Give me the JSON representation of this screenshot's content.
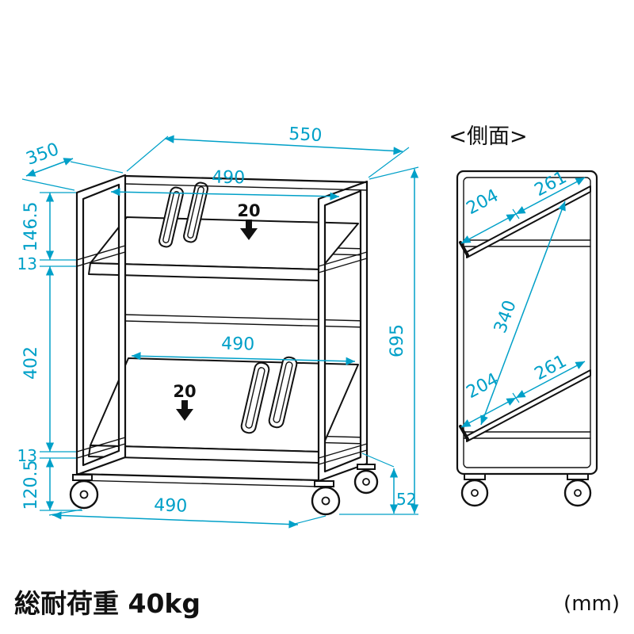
{
  "colors": {
    "dimension": "#00a0c8",
    "ink": "#111111",
    "background": "#ffffff"
  },
  "footer": {
    "load_capacity": "総耐荷重 40kg",
    "unit": "(mm)"
  },
  "front_view": {
    "dims": {
      "top_width": "550",
      "depth": "350",
      "inner_width_top": "490",
      "inner_width_bottom": "490",
      "base_width": "490",
      "height": "695",
      "caster_height": "52",
      "seg_top": "146.5",
      "rail_top": "13",
      "seg_mid": "402",
      "rail_bottom": "13",
      "seg_bottom": "120.5",
      "slot_top": "20",
      "slot_bottom": "20"
    }
  },
  "side_view": {
    "label": "<側面>",
    "dims": {
      "top_shelf_depth": "204",
      "top_shelf_length": "261",
      "shelf_pitch": "340",
      "bottom_shelf_depth": "204",
      "bottom_shelf_length": "261"
    }
  }
}
